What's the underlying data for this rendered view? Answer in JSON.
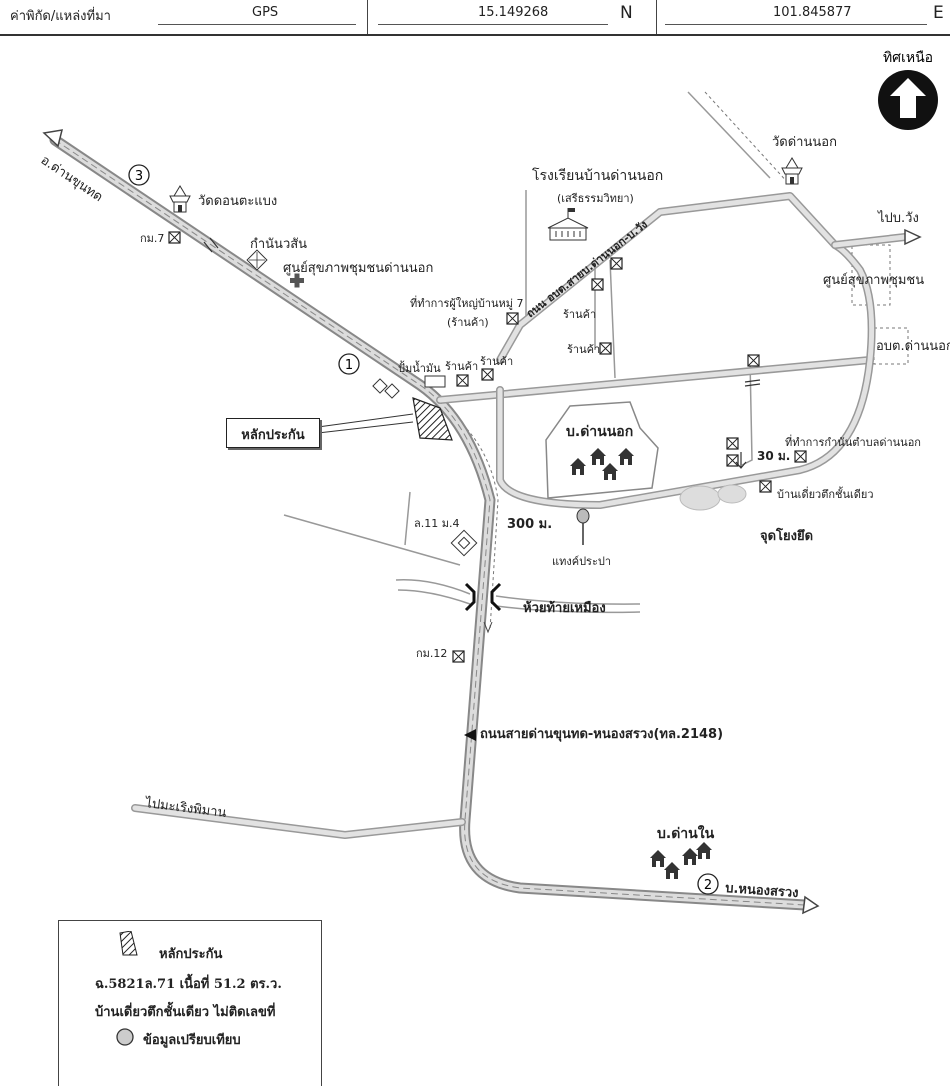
{
  "header": {
    "label": "ค่าพิกัด/แหล่งที่มา",
    "source": "GPS",
    "lat": "15.149268",
    "lat_dir": "N",
    "lon": "101.845877",
    "lon_dir": "E"
  },
  "north": {
    "label": "ทิศเหนือ"
  },
  "labels": {
    "to_dankhunthod": "อ.ด่านขุนทด",
    "wat_don": "วัดดอนตะแบง",
    "km7": "กม.7",
    "kamnan": "กำนันวสัน",
    "health_center": "ศูนย์สุขภาพชุมชนด่านนอก",
    "school1": "โรงเรียนบ้านด่านนอก",
    "school2": "(เสรีธรรมวิทยา)",
    "road_obt": "ถนน อบต.สายบ.ด่านนอก-บ.วัง",
    "wat_dannok": "วัดด่านนอก",
    "to_wang": "ไปบ.วัง",
    "health_right": "ศูนย์สุขภาพชุมชน",
    "obt": "อบต.ด่านนอก",
    "village_head1": "ที่ทำการผู้ใหญ่บ้านหมู่ 7",
    "village_head2": "(ร้านค้า)",
    "shop": "ร้านค้า",
    "gas": "ปั้มน้ำมัน",
    "collateral": "หลักประกัน",
    "ban_dannok": "บ.ด่านนอก",
    "kamnan_office": "ที่ทำการกำนันตำบลด่านนอก",
    "dist30": "30 ม.",
    "single_house": "บ้านเดี่ยวตึกชั้นเดียว",
    "sample_points": "จุดโยงยึด",
    "l11": "ล.11 ม.4",
    "dist300": "300 ม.",
    "water_tank": "แทงค์ประปา",
    "creek": "ห้วยท้ายเหมือง",
    "km12": "กม.12",
    "main_road": "ถนนสายด่านขุนทด-หนองสรวง(ทล.2148)",
    "to_phimai": "ไปมะเริงพิมาน",
    "ban_dannai": "บ.ด่านใน",
    "to_nongsuang": "บ.หนองสรวง",
    "n1": "1",
    "n2": "2",
    "n3": "3"
  },
  "legend": {
    "collateral": "หลักประกัน",
    "deed": "ฉ.5821ล.71  เนื้อที่ 51.2  ตร.ว.",
    "house": "บ้านเดี่ยวตึกชั้นเดียว ไม่ติดเลขที่",
    "compare": "ข้อมูลเปรียบเทียบ"
  }
}
